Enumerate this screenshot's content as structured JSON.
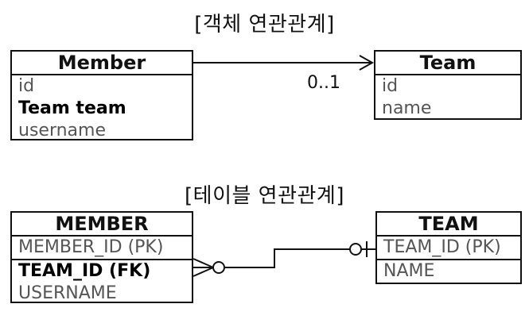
{
  "object_title": "[객체 연관관계]",
  "table_title": "[테이블 연관관계]",
  "member_obj": {
    "name": "Member",
    "fields": [
      "id",
      "Team team",
      "username"
    ]
  },
  "team_obj": {
    "name": "Team",
    "fields": [
      "id",
      "name"
    ]
  },
  "multiplicity": "0..1",
  "member_table": {
    "name": "MEMBER",
    "columns": [
      "MEMBER_ID (PK)",
      "TEAM_ID (FK)",
      "USERNAME"
    ]
  },
  "team_table": {
    "name": "TEAM",
    "columns": [
      "TEAM_ID (PK)",
      "NAME"
    ]
  }
}
